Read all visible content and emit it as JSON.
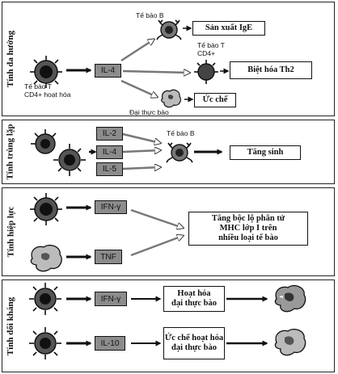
{
  "panels": [
    {
      "title": "Tính đa hướng"
    },
    {
      "title": "Tính trùng lặp"
    },
    {
      "title": "Tính hiệp lực"
    },
    {
      "title": "Tính đối kháng"
    }
  ],
  "p1": {
    "cell_label_line1": "Tế bào T",
    "cell_label_line2": "CD4+ hoạt hóa",
    "cytokine": "IL-4",
    "bcell_label": "Tế bào B",
    "tcell_label_line1": "Tế bào T",
    "tcell_label_line2": "CD4+",
    "macrophage_label": "Đại thực bào",
    "out1": "Sản xuất IgE",
    "out2": "Biệt hóa Th2",
    "out3": "Ức chế"
  },
  "p2": {
    "cytokines": [
      "IL-2",
      "IL-4",
      "IL-5"
    ],
    "bcell_label": "Tế bào B",
    "out": "Tăng sinh"
  },
  "p3": {
    "cytokines": [
      "IFN-γ",
      "TNF"
    ],
    "out_line1": "Tăng bộc lộ phân tử",
    "out_line2": "MHC lớp I trên",
    "out_line3": "nhiều loại tế bào"
  },
  "p4": {
    "cytokines": [
      "IFN-γ",
      "IL-10"
    ],
    "out1_line1": "Hoạt hóa",
    "out1_line2": "đại thực bào",
    "out2_line1": "Ức chế hoạt hóa",
    "out2_line2": "đại thực bào"
  }
}
